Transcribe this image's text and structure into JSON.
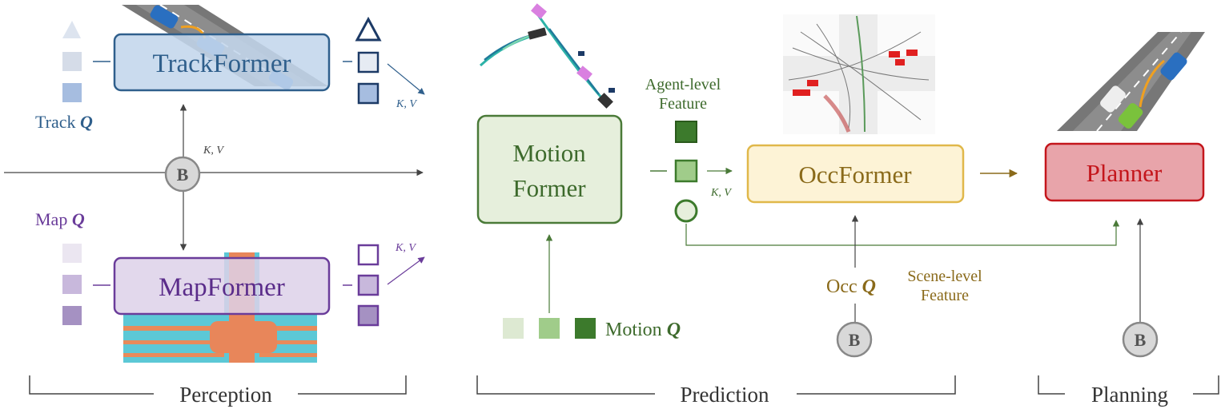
{
  "modules": {
    "track": "TrackFormer",
    "map": "MapFormer",
    "motion_line1": "Motion",
    "motion_line2": "Former",
    "occ": "OccFormer",
    "planner": "Planner"
  },
  "queries": {
    "track_prefix": "Track ",
    "track_q": "Q",
    "map_prefix": "Map ",
    "map_q": "Q",
    "motion_prefix": "Motion ",
    "motion_q": "Q",
    "occ_prefix": "Occ ",
    "occ_q": "Q"
  },
  "features": {
    "agent_line1": "Agent-level",
    "agent_line2": "Feature",
    "scene_line1": "Scene-level",
    "scene_line2": "Feature"
  },
  "kv": {
    "track": "K, V",
    "bev": "K, V",
    "map": "K, V",
    "motion": "K, V"
  },
  "bev_node": "B",
  "sections": {
    "perception": "Perception",
    "prediction": "Prediction",
    "planning": "Planning"
  },
  "colors": {
    "track": "#2f5f8c",
    "track_fill": "#c3d6ec",
    "map": "#6a3c9a",
    "map_fill": "#ddd1e9",
    "motion": "#4a7a38",
    "motion_fill": "#e6efdc",
    "occ": "#8a6a1a",
    "occ_fill": "#fdf3d6",
    "occ_border": "#e0b84a",
    "planner": "#c4161c",
    "planner_fill": "#e8a4aa",
    "bev_node_fill": "#d8d8d8",
    "line": "#444444"
  }
}
